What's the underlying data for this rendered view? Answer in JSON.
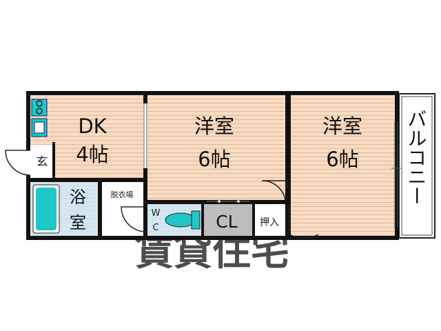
{
  "rooms": {
    "dk": {
      "name": "DK",
      "size": "4帖"
    },
    "western1": {
      "name": "洋室",
      "size": "6帖"
    },
    "western2": {
      "name": "洋室",
      "size": "6帖"
    },
    "bath": {
      "line1": "浴",
      "line2": "室"
    },
    "changing": {
      "name": "脱衣場"
    },
    "entrance": {
      "name": "玄"
    },
    "wc": {
      "line1": "W",
      "line2": "C"
    },
    "closet": {
      "name": "CL"
    },
    "oshiire": {
      "name": "押入"
    },
    "balcony": {
      "name": "バルコニー"
    }
  },
  "colors": {
    "floor_wood": "#f7dcc4",
    "floor_line": "#e6b594",
    "tile": "#d7e8f2",
    "bathtub": "#1fc7c7",
    "wall": "#111111",
    "closet_gray": "#bdbdbd",
    "watermark": "#e6e6e6"
  },
  "watermark": "賃貸住宅"
}
